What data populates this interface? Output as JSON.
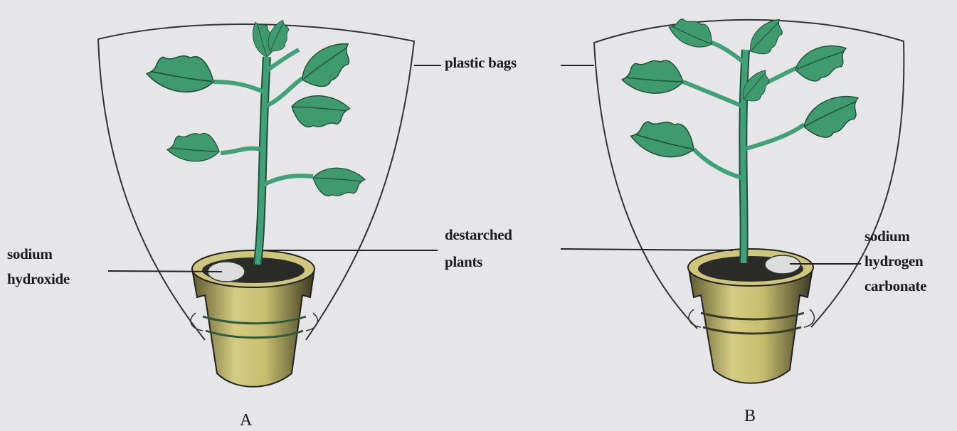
{
  "labels": {
    "plastic_bags": "plastic bags",
    "destarched_line1": "destarched",
    "destarched_line2": "plants",
    "left_line1": "sodium",
    "left_line2": "hydroxide",
    "right_line1": "sodium",
    "right_line2": "hydrogen",
    "right_line3": "carbonate"
  },
  "captions": {
    "a": "A",
    "b": "B"
  },
  "colors": {
    "background": "#e6e6e8",
    "leaf": "#3f9a6e",
    "stem": "#3fa07a",
    "pot": "#c9c07a",
    "soil": "#2b2b28",
    "line": "#222222"
  }
}
